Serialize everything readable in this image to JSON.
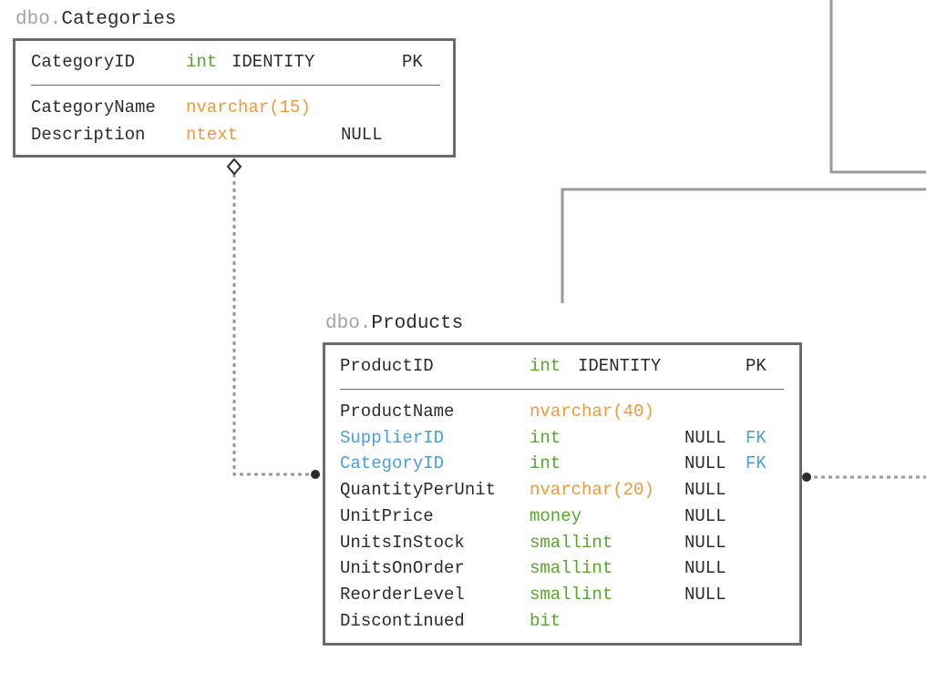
{
  "colors": {
    "schema": "#a3a3a3",
    "text": "#2b2b2b",
    "fk_name": "#4a9fd8",
    "type_basic": "#58a62e",
    "type_string": "#ee9a3a",
    "border": "#6b6b6b",
    "connector": "#9a9a9a"
  },
  "tables": {
    "categories": {
      "schema": "dbo.",
      "name": "Categories",
      "columns": [
        {
          "name": "CategoryID",
          "type": "int",
          "type_color": "green",
          "identity": "IDENTITY",
          "key": "PK"
        },
        {
          "name": "CategoryName",
          "type": "nvarchar(15)",
          "type_color": "orange"
        },
        {
          "name": "Description",
          "type": "ntext",
          "type_color": "orange",
          "null": "NULL"
        }
      ]
    },
    "products": {
      "schema": "dbo.",
      "name": "Products",
      "columns": [
        {
          "name": "ProductID",
          "type": "int",
          "type_color": "green",
          "identity": "IDENTITY",
          "key": "PK"
        },
        {
          "name": "ProductName",
          "type": "nvarchar(40)",
          "type_color": "orange"
        },
        {
          "name": "SupplierID",
          "type": "int",
          "type_color": "green",
          "null": "NULL",
          "key": "FK",
          "is_fk": true
        },
        {
          "name": "CategoryID",
          "type": "int",
          "type_color": "green",
          "null": "NULL",
          "key": "FK",
          "is_fk": true
        },
        {
          "name": "QuantityPerUnit",
          "type": "nvarchar(20)",
          "type_color": "orange",
          "null": "NULL"
        },
        {
          "name": "UnitPrice",
          "type": "money",
          "type_color": "green",
          "null": "NULL"
        },
        {
          "name": "UnitsInStock",
          "type": "smallint",
          "type_color": "green",
          "null": "NULL"
        },
        {
          "name": "UnitsOnOrder",
          "type": "smallint",
          "type_color": "green",
          "null": "NULL"
        },
        {
          "name": "ReorderLevel",
          "type": "smallint",
          "type_color": "green",
          "null": "NULL"
        },
        {
          "name": "Discontinued",
          "type": "bit",
          "type_color": "green"
        }
      ]
    }
  }
}
